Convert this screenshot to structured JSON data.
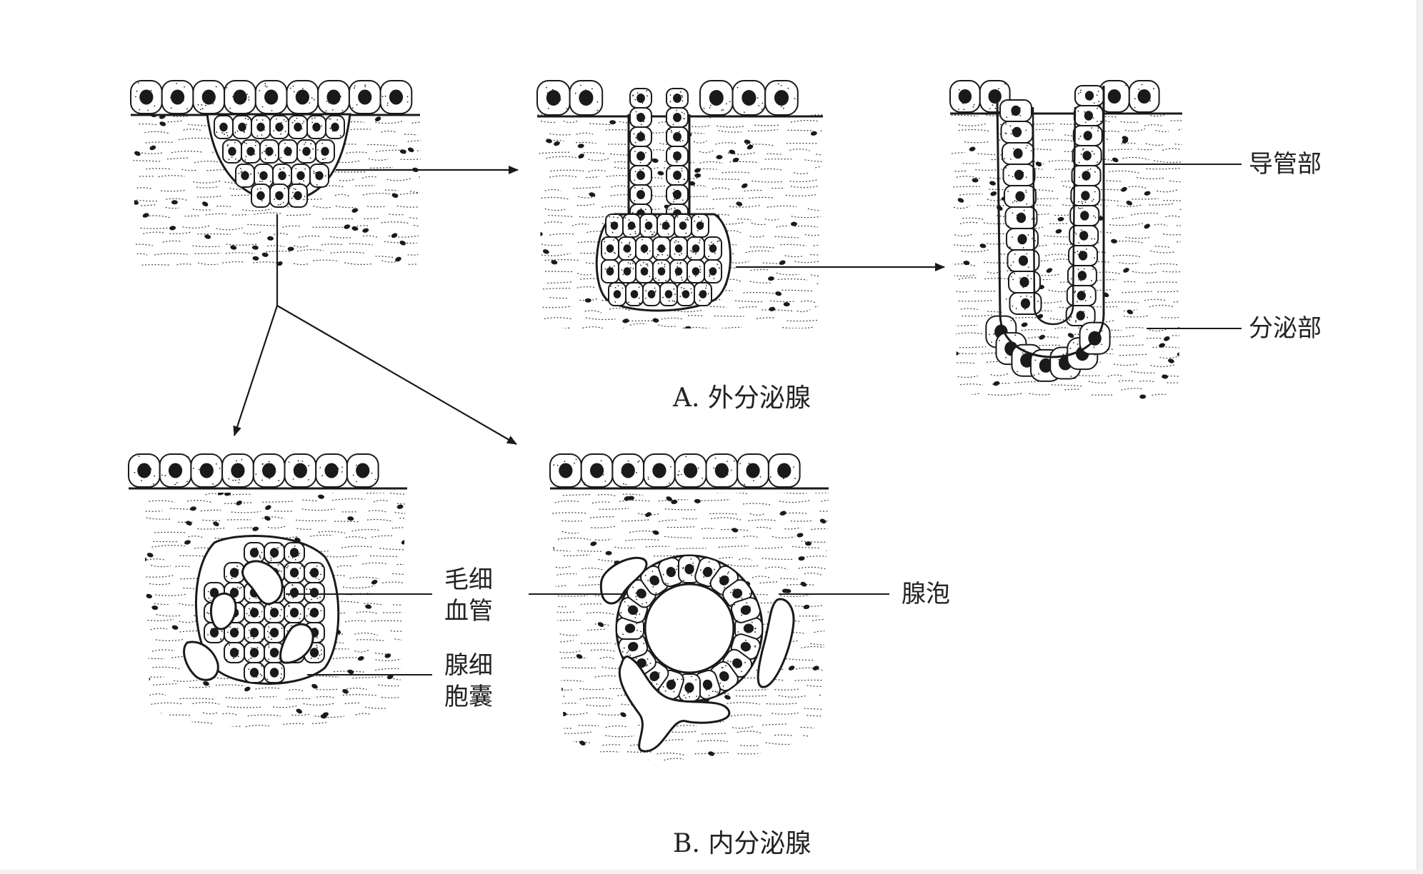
{
  "labels": {
    "duct": "导管部",
    "secretory": "分泌部",
    "capillary": [
      "毛细",
      "血管"
    ],
    "cell_cluster": [
      "腺细",
      "胞囊"
    ],
    "follicle": "腺泡"
  },
  "captions": {
    "exocrine": "A. 外分泌腺",
    "endocrine": "B. 内分泌腺"
  },
  "colors": {
    "ink": "#1a1a1a",
    "background": "#ffffff"
  }
}
